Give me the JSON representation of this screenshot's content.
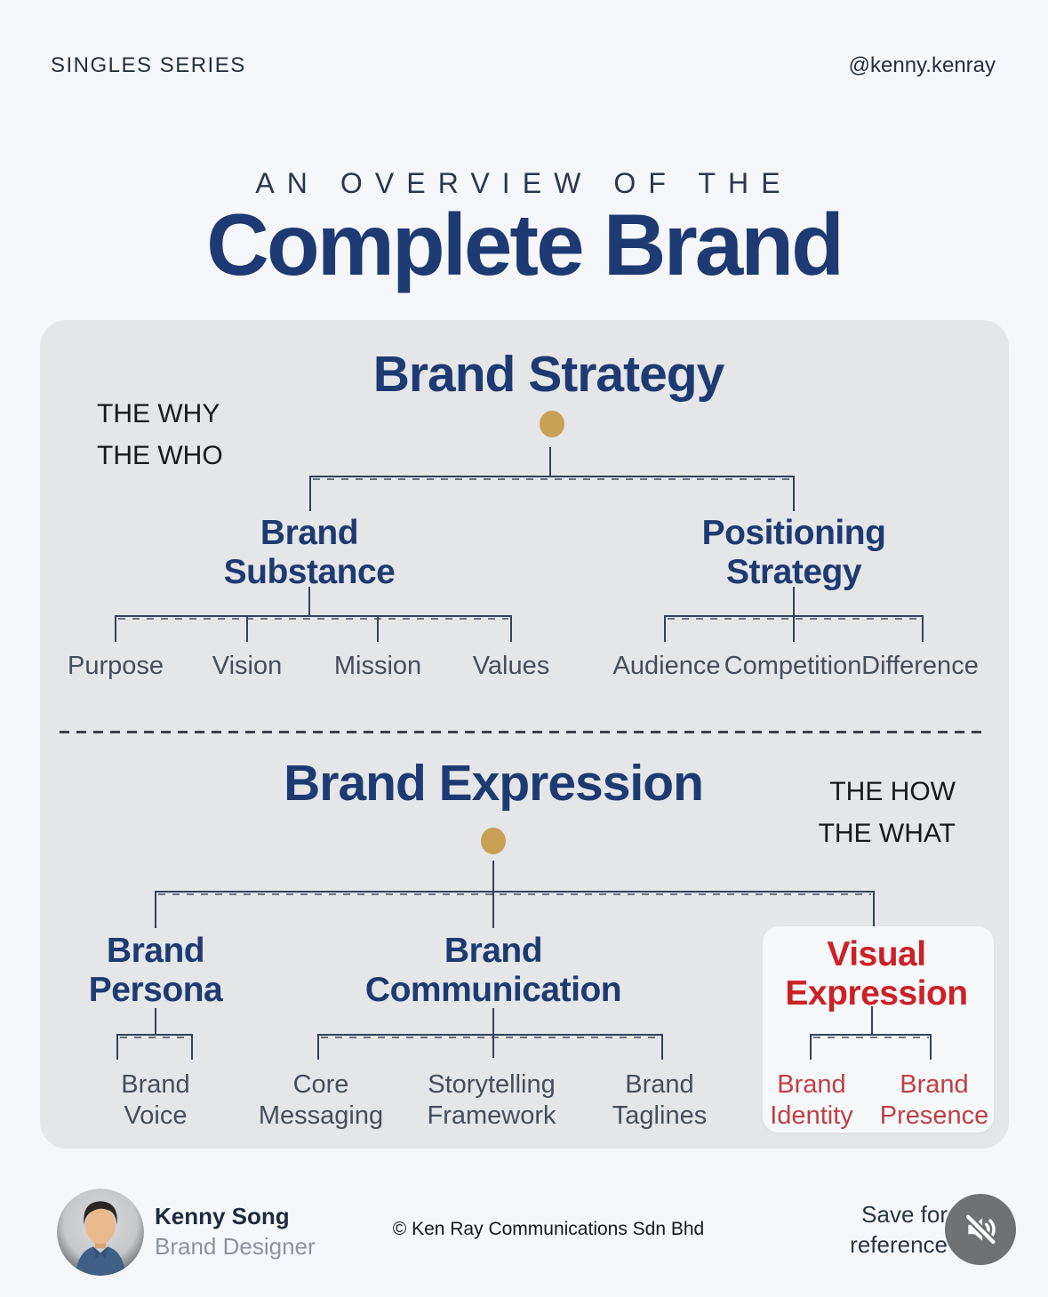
{
  "header": {
    "series": "SINGLES SERIES",
    "handle": "@kenny.kenray",
    "kicker": "AN OVERVIEW OF THE",
    "title": "Complete Brand"
  },
  "strategy": {
    "title": "Brand Strategy",
    "side_label": "THE WHY\nTHE WHO",
    "branches": [
      {
        "label": "Brand\nSubstance",
        "children": [
          "Purpose",
          "Vision",
          "Mission",
          "Values"
        ]
      },
      {
        "label": "Positioning\nStrategy",
        "children": [
          "Audience",
          "Competition",
          "Difference"
        ]
      }
    ]
  },
  "expression": {
    "title": "Brand Expression",
    "side_label": "THE HOW\nTHE WHAT",
    "branches": [
      {
        "label": "Brand\nPersona",
        "children": [
          "Brand\nVoice"
        ]
      },
      {
        "label": "Brand\nCommunication",
        "children": [
          "Core\nMessaging",
          "Storytelling\nFramework",
          "Brand\nTaglines"
        ]
      },
      {
        "label": "Visual\nExpression",
        "highlighted": true,
        "children": [
          "Brand\nIdentity",
          "Brand\nPresence"
        ]
      }
    ]
  },
  "footer": {
    "author_name": "Kenny Song",
    "author_role": "Brand Designer",
    "copyright": "© Ken Ray Communications Sdn Bhd",
    "save_note": "Save for\nreference"
  },
  "icons": {
    "mute": "muted-speaker-icon",
    "avatar": "person-photo"
  },
  "colors": {
    "page_bg": "#f5f7fa",
    "card_bg": "#e5e6e7",
    "navy": "#1e3a72",
    "gold": "#c8a055",
    "red": "#cc2127",
    "leaf_red": "#bf4045",
    "line": "#33415c",
    "leaf_text": "#454e5c",
    "mute_circle": "#6f7173"
  }
}
